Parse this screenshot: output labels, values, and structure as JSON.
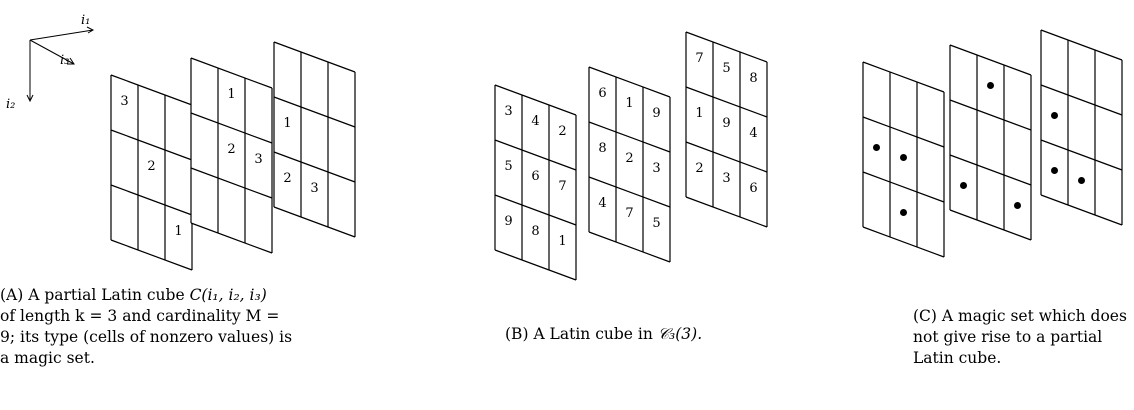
{
  "axes": {
    "i1": "i₁",
    "i2": "i₂",
    "i3": "i₃"
  },
  "panels": [
    {
      "id": "A",
      "layers": [
        [
          "3",
          "",
          "",
          "",
          "2",
          "",
          "",
          "",
          "1"
        ],
        [
          "",
          "1",
          "",
          "",
          "2",
          "3",
          "",
          "",
          ""
        ],
        [
          "",
          "",
          "",
          "1",
          "",
          "",
          "2",
          "3",
          ""
        ]
      ]
    },
    {
      "id": "B",
      "layers": [
        [
          "3",
          "4",
          "2",
          "5",
          "6",
          "7",
          "9",
          "8",
          "1"
        ],
        [
          "6",
          "1",
          "9",
          "8",
          "2",
          "3",
          "4",
          "7",
          "5"
        ],
        [
          "7",
          "5",
          "8",
          "1",
          "9",
          "4",
          "2",
          "3",
          "6"
        ]
      ]
    },
    {
      "id": "C",
      "layers": [
        [
          "",
          "",
          "",
          "•",
          "•",
          "",
          "",
          "•",
          ""
        ],
        [
          "",
          "•",
          "",
          "",
          "",
          "",
          "•",
          "",
          "•"
        ],
        [
          "",
          "",
          "",
          "•",
          "",
          "",
          "•",
          "•",
          ""
        ]
      ]
    }
  ],
  "captions": {
    "a": {
      "tag": "(A)",
      "line1": "A partial Latin cube ",
      "math1": "C(i₁, i₂, i₃)",
      "line2": "of length k = 3 and cardinality M =",
      "line3": "9; its type (cells of nonzero values) is",
      "line4": "a magic set."
    },
    "b": {
      "tag": "(B)",
      "text": "A Latin cube in ",
      "math": "𝒞₃(3)."
    },
    "c": {
      "tag": "(C)",
      "line1": "A magic set which does",
      "line2": "not give rise to a partial",
      "line3": "Latin cube."
    }
  }
}
